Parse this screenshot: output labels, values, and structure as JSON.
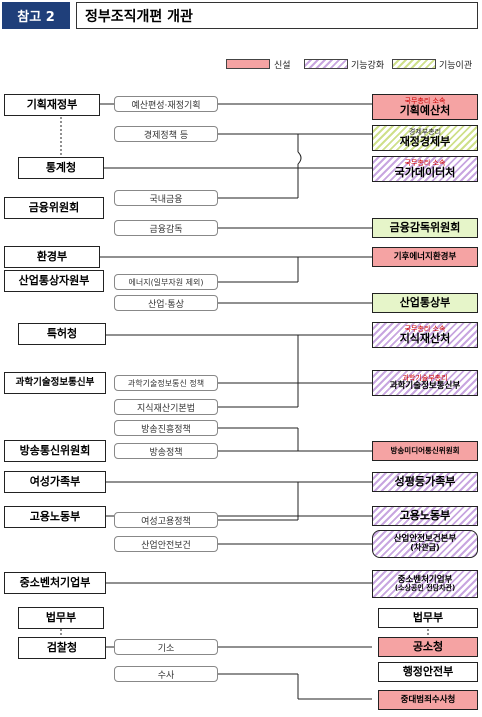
{
  "header": {
    "tag": "참고 2",
    "title": "정부조직개편 개관"
  },
  "legend": [
    {
      "label": "신설",
      "style": "new"
    },
    {
      "label": "기능강화",
      "style": "strengthen"
    },
    {
      "label": "기능이관",
      "style": "transfer"
    }
  ],
  "orgs": {
    "planning_finance": "기획재정부",
    "statistics": "통계청",
    "financial_services": "금융위원회",
    "environment": "환경부",
    "trade_industry": "산업통상자원부",
    "patent": "특허청",
    "science_ict": "과학기술정보통신부",
    "broadcasting": "방송통신위원회",
    "gender_family": "여성가족부",
    "labor": "고용노동부",
    "sme": "중소벤처기업부",
    "justice": "법무부",
    "prosecution": "검찰청"
  },
  "functions": {
    "budget": "예산편성·재정기획",
    "economic_policy": "경제정책 등",
    "domestic_finance": "국내금융",
    "financial_supervision": "금융감독",
    "energy": "에너지(일부자원 제외)",
    "industry_trade": "산업·통상",
    "ict_policy": "과학기술정보통신 정책",
    "ip_law": "지식재산기본법",
    "broadcast_promotion": "방송진흥정책",
    "broadcast_policy": "방송정책",
    "women_employment": "여성고용정책",
    "industrial_safety": "산업안전보건",
    "prosecution_function": "기소",
    "investigation": "수사"
  },
  "results": {
    "budget_office": {
      "sub": "국무총리 소속",
      "name": "기획예산처"
    },
    "finance_economy": {
      "sub": "경제부총리",
      "name": "재정경제부"
    },
    "national_data": {
      "sub": "국무총리 소속",
      "name": "국가데이터처"
    },
    "fsc": {
      "name": "금융감독위원회"
    },
    "climate_energy": {
      "name": "기후에너지환경부"
    },
    "trade_industry_new": {
      "name": "산업통상부"
    },
    "ip_office": {
      "sub": "국무총리 소속",
      "name": "지식재산처"
    },
    "science_ict_new": {
      "sub": "과학기술부총리",
      "name": "과학기술정보통신부"
    },
    "broadcast_media": {
      "name": "방송미디어통신위원회"
    },
    "gender_equality": {
      "name": "성평등가족부"
    },
    "labor_new": {
      "name": "고용노동부"
    },
    "safety_agency": {
      "name": "산업안전보건본부",
      "sub2": "(차관급)"
    },
    "sme_new": {
      "name": "중소벤처기업부",
      "sub2": "(소상공인 전담차관)"
    },
    "justice_new": {
      "name": "법무부"
    },
    "prosecution_office": {
      "name": "공소청"
    },
    "interior_safety": {
      "name": "행정안전부"
    },
    "serious_crimes": {
      "name": "중대범죄수사청"
    }
  }
}
